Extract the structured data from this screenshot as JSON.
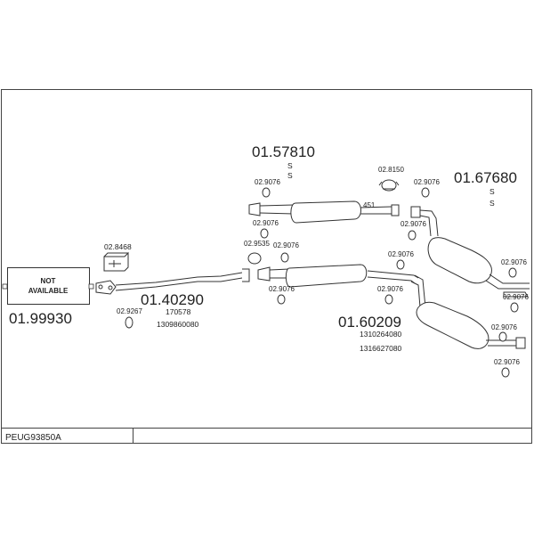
{
  "diagram": {
    "reference": "PEUG93850A",
    "not_available": {
      "line1": "NOT",
      "line2": "AVAILABLE"
    },
    "part_numbers": {
      "front": "01.99930",
      "center_pipe": "01.40290",
      "rear_left_box": "01.57810",
      "rear_right_box": "01.67680",
      "mid_box": "01.60209"
    },
    "oe_numbers": {
      "center_pipe_1": "170578",
      "center_pipe_2": "1309860080",
      "mid_box_1": "1310264080",
      "mid_box_2": "1316627080"
    },
    "accessories": {
      "box_bracket": "02.8468",
      "gasket_front": "02.9267",
      "ring_a": "02.9535",
      "clamp_top": "02.8150",
      "mount": "02.9076"
    },
    "markers": {
      "s": "S",
      "code": "451"
    }
  }
}
